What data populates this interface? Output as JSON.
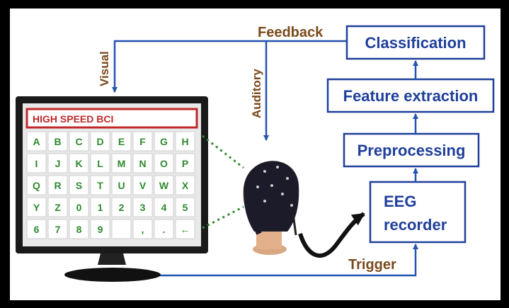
{
  "feedback_label": "Feedback",
  "visual_label": "Visual",
  "auditory_label": "Auditory",
  "trigger_label": "Trigger",
  "boxes": {
    "classification": "Classification",
    "feature_extraction": "Feature extraction",
    "preprocessing": "Preprocessing",
    "eeg_line1": "EEG",
    "eeg_line2": "recorder"
  },
  "screen_title": "HIGH SPEED BCI",
  "keyboard_rows": [
    [
      "A",
      "B",
      "C",
      "D",
      "E",
      "F",
      "G",
      "H"
    ],
    [
      "I",
      "J",
      "K",
      "L",
      "M",
      "N",
      "O",
      "P"
    ],
    [
      "Q",
      "R",
      "S",
      "T",
      "U",
      "V",
      "W",
      "X"
    ],
    [
      "Y",
      "Z",
      "0",
      "1",
      "2",
      "3",
      "4",
      "5"
    ],
    [
      "6",
      "7",
      "8",
      "9",
      "",
      ",",
      ".",
      "←"
    ]
  ],
  "colors": {
    "box_border": "#1f3f9a",
    "arrow": "#2553b0",
    "flow_text": "#7a4a1c",
    "monitor_title_border": "#c0282a",
    "key_text": "#2f8a2f",
    "dotted_line": "#2e8b2e"
  }
}
